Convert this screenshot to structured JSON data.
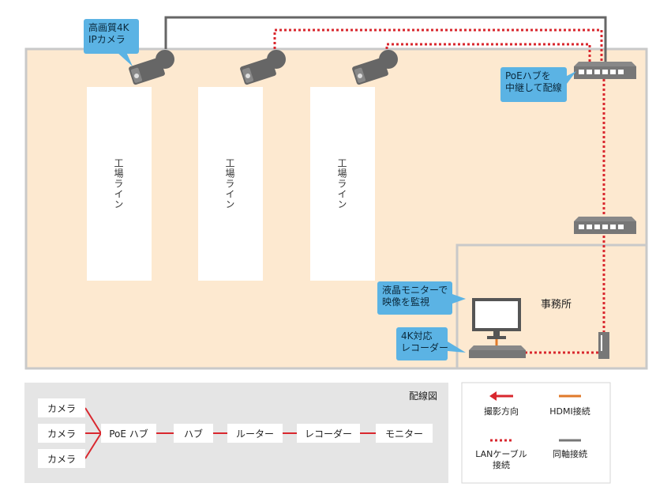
{
  "camera_callout": {
    "line1": "高画質4K",
    "line2": "IPカメラ"
  },
  "poe_callout": {
    "line1": "PoEハブを",
    "line2": "中継して配線"
  },
  "monitor_callout": {
    "line1": "液晶モニターで",
    "line2": "映像を監視"
  },
  "recorder_callout": {
    "line1": "4K対応",
    "line2": "レコーダー"
  },
  "lines": [
    {
      "label": "工場ライン"
    },
    {
      "label": "工場ライン"
    },
    {
      "label": "工場ライン"
    }
  ],
  "office": {
    "label": "事務所"
  },
  "wiring": {
    "title": "配線図",
    "cameras": [
      "カメラ",
      "カメラ",
      "カメラ"
    ],
    "chain": [
      "PoE ハブ",
      "ハブ",
      "ルーター",
      "レコーダー",
      "モニター"
    ]
  },
  "legend": {
    "direction": "撮影方向",
    "hdmi": "HDMI接続",
    "lan_line1": "LANケーブル",
    "lan_line2": "接続",
    "coax": "同軸接続"
  },
  "colors": {
    "floor": "#fde9d0",
    "wall": "#c9c9c9",
    "red": "#d9272e",
    "orange": "#e07a2a",
    "gray": "#777777",
    "callout": "#5bb3e4",
    "panel": "#e5e5e5"
  }
}
